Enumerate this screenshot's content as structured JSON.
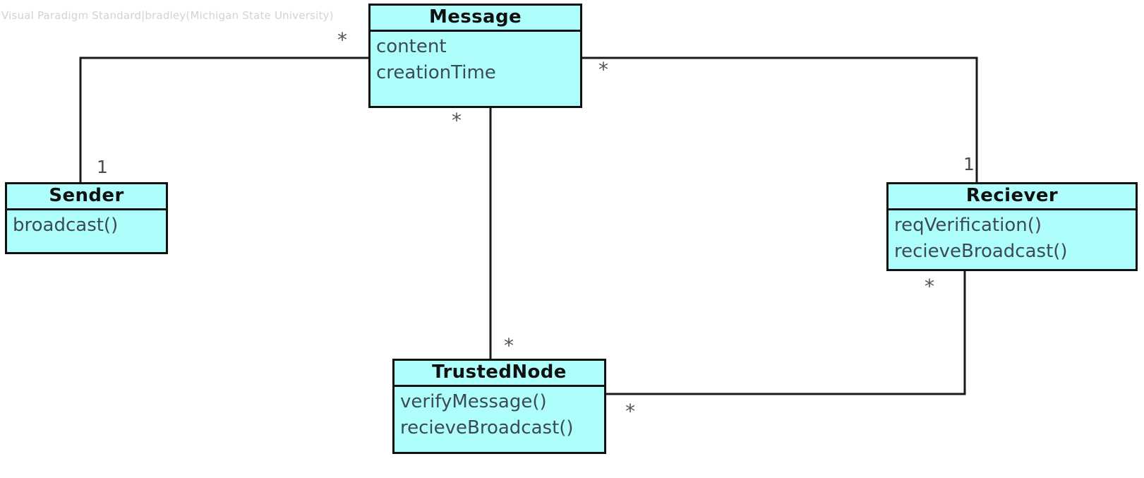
{
  "diagram": {
    "type": "uml-class-diagram",
    "watermark": "Visual Paradigm Standard|bradley(Michigan State University)",
    "background_color": "#ffffff",
    "class_fill_color": "#aefffc",
    "class_border_color": "#111111",
    "line_color": "#1a1a1a"
  },
  "classes": [
    {
      "id": "message",
      "name": "Message",
      "members": [
        "content",
        "creationTime"
      ]
    },
    {
      "id": "sender",
      "name": "Sender",
      "members": [
        "broadcast()"
      ]
    },
    {
      "id": "reciever",
      "name": "Reciever",
      "members": [
        "reqVerification()",
        "recieveBroadcast()"
      ]
    },
    {
      "id": "trustednode",
      "name": "TrustedNode",
      "members": [
        "verifyMessage()",
        "recieveBroadcast()"
      ]
    }
  ],
  "associations": [
    {
      "id": "sender-message",
      "from": "Sender",
      "to": "Message",
      "from_multiplicity": "1",
      "to_multiplicity": "*"
    },
    {
      "id": "message-reciever",
      "from": "Message",
      "to": "Reciever",
      "from_multiplicity": "*",
      "to_multiplicity": "1"
    },
    {
      "id": "message-trustednode",
      "from": "Message",
      "to": "TrustedNode",
      "from_multiplicity": "*",
      "to_multiplicity": "*"
    },
    {
      "id": "reciever-trustednode",
      "from": "Reciever",
      "to": "TrustedNode",
      "from_multiplicity": "*",
      "to_multiplicity": "*"
    }
  ],
  "multiplicity_labels": {
    "message_left_star": "*",
    "sender_one": "1",
    "message_right_star": "*",
    "reciever_one": "1",
    "message_bottom_star": "*",
    "trustednode_top_star": "*",
    "reciever_bottom_star": "*",
    "trustednode_right_star": "*"
  }
}
